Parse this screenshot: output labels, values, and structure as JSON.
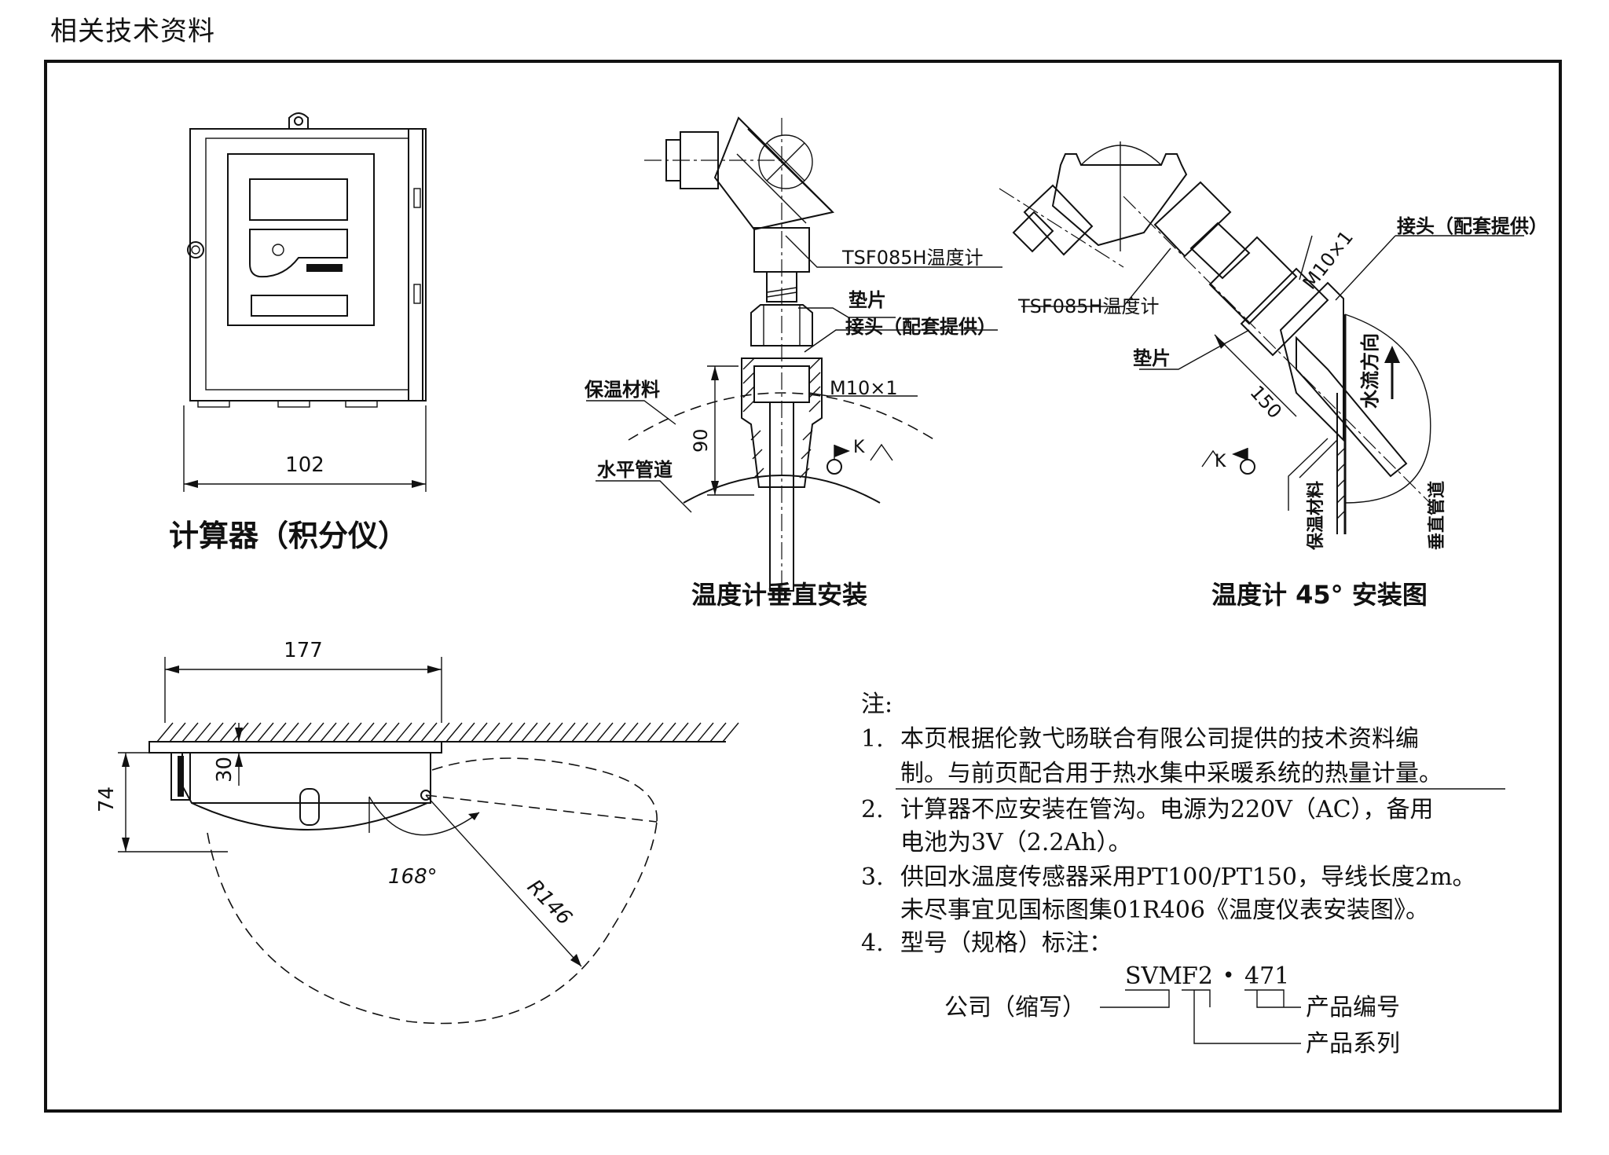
{
  "header": {
    "title": "相关技术资料"
  },
  "calculator": {
    "caption": "计算器（积分仪）",
    "dim_width": "102"
  },
  "vertical_install": {
    "caption": "温度计垂直安装",
    "label_thermometer": "TSF085H温度计",
    "label_gasket": "垫片",
    "label_connector": "接头（配套提供）",
    "label_insulation": "保温材料",
    "label_thread": "M10×1",
    "label_pipe": "水平管道",
    "dim_depth": "90",
    "label_section": "K"
  },
  "angle_install": {
    "caption": "温度计 45° 安装图",
    "label_connector": "接头（配套提供）",
    "label_thread": "M10×1",
    "label_thermometer": "TSF085H温度计",
    "label_gasket": "垫片",
    "dim_length": "150",
    "label_flow": "水流方向",
    "label_insulation": "保温材料",
    "label_pipe": "垂直管道",
    "label_section": "K"
  },
  "top_view": {
    "dim_width": "177",
    "dim_height": "74",
    "dim_offset": "30",
    "dim_angle": "168°",
    "dim_radius": "R146"
  },
  "notes": {
    "heading": "注:",
    "items": [
      {
        "num": "1.",
        "line1": "本页根据伦敦弋旸联合有限公司提供的技术资料编",
        "line2": "制。与前页配合用于热水集中采暖系统的热量计量。"
      },
      {
        "num": "2.",
        "line1": "计算器不应安装在管沟。电源为220V（AC），备用",
        "line2": "电池为3V（2.2Ah）。"
      },
      {
        "num": "3.",
        "line1": "供回水温度传感器采用PT100/PT150，导线长度2m。",
        "line2": "未尽事宜见国标图集01R406《温度仪表安装图》。"
      },
      {
        "num": "4.",
        "line1": "型号（规格）标注：",
        "line2": ""
      }
    ]
  },
  "model_code": {
    "code_svm": "SVM",
    "code_f2": "F2",
    "code_dot": "•",
    "code_471": "471",
    "label_company": "公司（缩写）",
    "label_product_no": "产品编号",
    "label_series": "产品系列"
  }
}
